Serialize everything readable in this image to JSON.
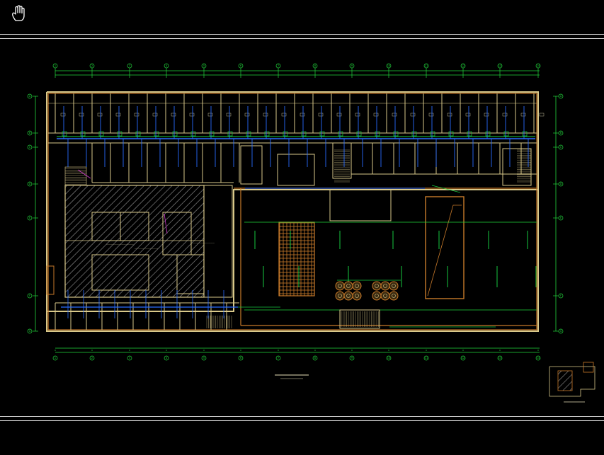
{
  "viewer": {
    "tool_icon": "pan-hand-icon",
    "background": "#000000",
    "frame_color": "#d9d9d9"
  },
  "drawing": {
    "axis_labels_top": [
      "1",
      "2",
      "3",
      "4",
      "5",
      "6",
      "7",
      "8",
      "9",
      "10",
      "11",
      "12",
      "13",
      "14"
    ],
    "axis_labels_side": [
      "A",
      "B",
      "C",
      "D",
      "E",
      "F",
      "G"
    ],
    "colors": {
      "walls": "#d9c98a",
      "outline": "#c87a2a",
      "dims": "#22d43c",
      "duct": "#2a6cff",
      "hvac": "#16c93f",
      "hatch": "#b0b0b0",
      "magenta": "#d43ad4",
      "text": "#e8e0b8"
    }
  }
}
